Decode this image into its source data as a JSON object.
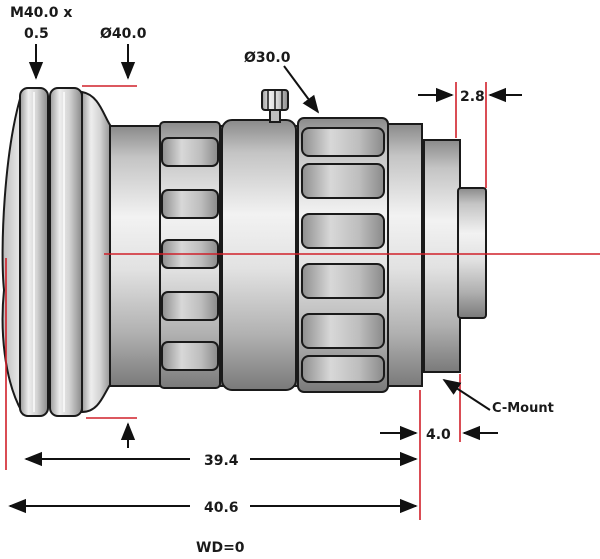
{
  "labels": {
    "thread": "M40.0 x",
    "thread_pitch": "0.5",
    "front_diameter": "Ø40.0",
    "ring_diameter": "Ø30.0",
    "flange_depth": "2.8",
    "mount": "C-Mount",
    "mount_depth": "4.0",
    "body_length": "39.4",
    "total_length": "40.6",
    "working_distance": "WD=0"
  },
  "colors": {
    "outline": "#1a1a1a",
    "metal_light": "#f2f2f2",
    "metal_mid": "#c4c4c4",
    "metal_dark": "#8a8a8a",
    "dimension_red": "#d0202a"
  },
  "icons": {
    "lock_screw": "knurled-screw-icon"
  }
}
